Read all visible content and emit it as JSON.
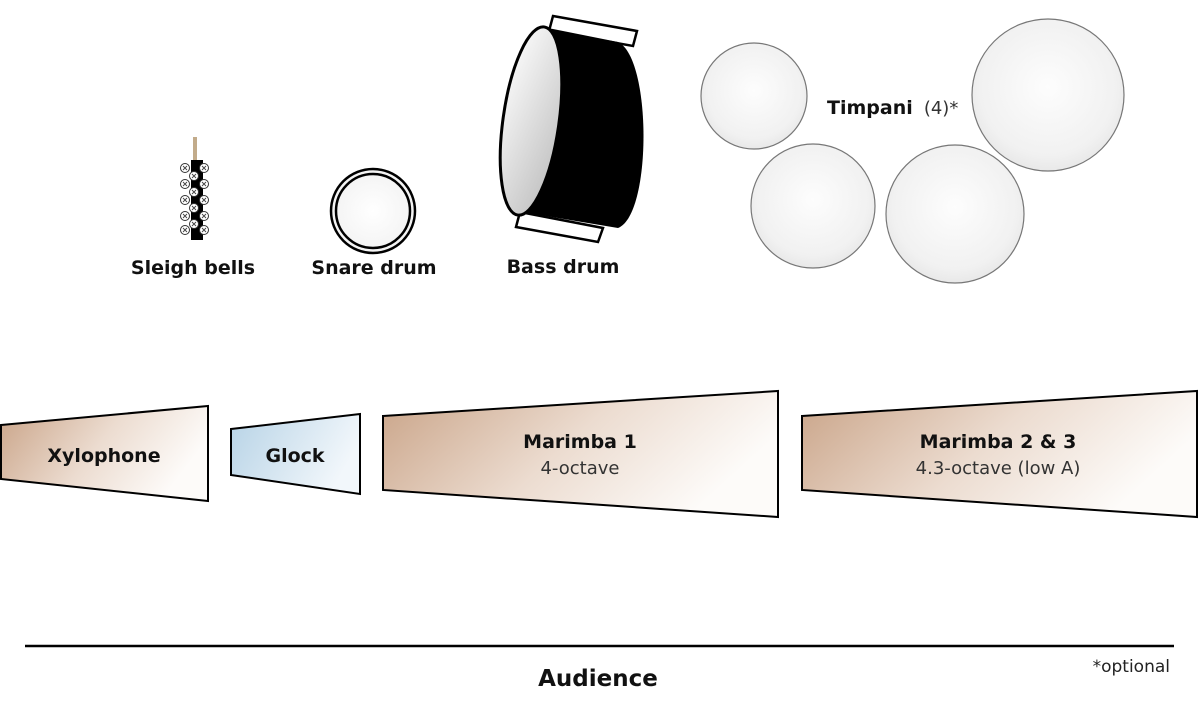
{
  "instruments": {
    "sleigh_bells": {
      "label": "Sleigh bells"
    },
    "snare_drum": {
      "label": "Snare drum"
    },
    "bass_drum": {
      "label": "Bass drum"
    },
    "timpani": {
      "label": "Timpani",
      "qualifier": "(4)*",
      "count": 4
    }
  },
  "mallets": {
    "xylophone": {
      "label": "Xylophone"
    },
    "glock": {
      "label": "Glock"
    },
    "marimba_1": {
      "label": "Marimba 1",
      "range": "4-octave"
    },
    "marimba_2_3": {
      "label": "Marimba 2 & 3",
      "range": "4.3-octave (low A)"
    }
  },
  "audience": {
    "label": "Audience"
  },
  "footnote": "*optional",
  "colors": {
    "wood": "#c8a184",
    "glock": "#b9d5e8",
    "drum_head": "#f4f4f4",
    "drum_shell": "#000000",
    "stroke": "#111111"
  }
}
